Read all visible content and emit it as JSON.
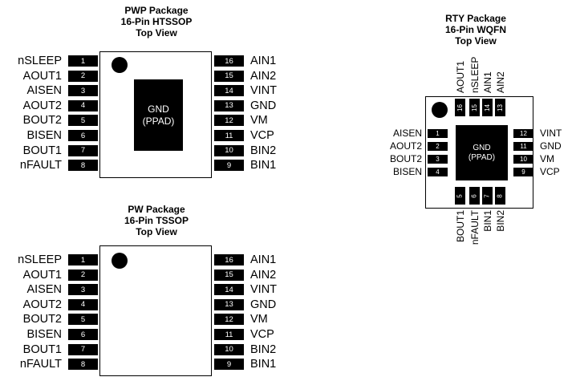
{
  "pwp": {
    "title_line1": "PWP Package",
    "title_line2": "16-Pin HTSSOP",
    "title_line3": "Top View",
    "pad_line1": "GND",
    "pad_line2": "(PPAD)",
    "left_pins": [
      {
        "num": "1",
        "name": "nSLEEP"
      },
      {
        "num": "2",
        "name": "AOUT1"
      },
      {
        "num": "3",
        "name": "AISEN"
      },
      {
        "num": "4",
        "name": "AOUT2"
      },
      {
        "num": "5",
        "name": "BOUT2"
      },
      {
        "num": "6",
        "name": "BISEN"
      },
      {
        "num": "7",
        "name": "BOUT1"
      },
      {
        "num": "8",
        "name": "nFAULT"
      }
    ],
    "right_pins": [
      {
        "num": "16",
        "name": "AIN1"
      },
      {
        "num": "15",
        "name": "AIN2"
      },
      {
        "num": "14",
        "name": "VINT"
      },
      {
        "num": "13",
        "name": "GND"
      },
      {
        "num": "12",
        "name": "VM"
      },
      {
        "num": "11",
        "name": "VCP"
      },
      {
        "num": "10",
        "name": "BIN2"
      },
      {
        "num": "9",
        "name": "BIN1"
      }
    ]
  },
  "pw": {
    "title_line1": "PW Package",
    "title_line2": "16-Pin TSSOP",
    "title_line3": "Top View",
    "left_pins": [
      {
        "num": "1",
        "name": "nSLEEP"
      },
      {
        "num": "2",
        "name": "AOUT1"
      },
      {
        "num": "3",
        "name": "AISEN"
      },
      {
        "num": "4",
        "name": "AOUT2"
      },
      {
        "num": "5",
        "name": "BOUT2"
      },
      {
        "num": "6",
        "name": "BISEN"
      },
      {
        "num": "7",
        "name": "BOUT1"
      },
      {
        "num": "8",
        "name": "nFAULT"
      }
    ],
    "right_pins": [
      {
        "num": "16",
        "name": "AIN1"
      },
      {
        "num": "15",
        "name": "AIN2"
      },
      {
        "num": "14",
        "name": "VINT"
      },
      {
        "num": "13",
        "name": "GND"
      },
      {
        "num": "12",
        "name": "VM"
      },
      {
        "num": "11",
        "name": "VCP"
      },
      {
        "num": "10",
        "name": "BIN2"
      },
      {
        "num": "9",
        "name": "BIN1"
      }
    ]
  },
  "rty": {
    "title_line1": "RTY Package",
    "title_line2": "16-Pin WQFN",
    "title_line3": "Top View",
    "pad_line1": "GND",
    "pad_line2": "(PPAD)",
    "top_pins": [
      {
        "num": "16",
        "name": "AOUT1"
      },
      {
        "num": "15",
        "name": "nSLEEP"
      },
      {
        "num": "14",
        "name": "AIN1"
      },
      {
        "num": "13",
        "name": "AIN2"
      }
    ],
    "left_pins": [
      {
        "num": "1",
        "name": "AISEN"
      },
      {
        "num": "2",
        "name": "AOUT2"
      },
      {
        "num": "3",
        "name": "BOUT2"
      },
      {
        "num": "4",
        "name": "BISEN"
      }
    ],
    "right_pins": [
      {
        "num": "12",
        "name": "VINT"
      },
      {
        "num": "11",
        "name": "GND"
      },
      {
        "num": "10",
        "name": "VM"
      },
      {
        "num": "9",
        "name": "VCP"
      }
    ],
    "bottom_pins": [
      {
        "num": "5",
        "name": "BOUT1"
      },
      {
        "num": "6",
        "name": "nFAULT"
      },
      {
        "num": "7",
        "name": "BIN1"
      },
      {
        "num": "8",
        "name": "BIN2"
      }
    ]
  }
}
